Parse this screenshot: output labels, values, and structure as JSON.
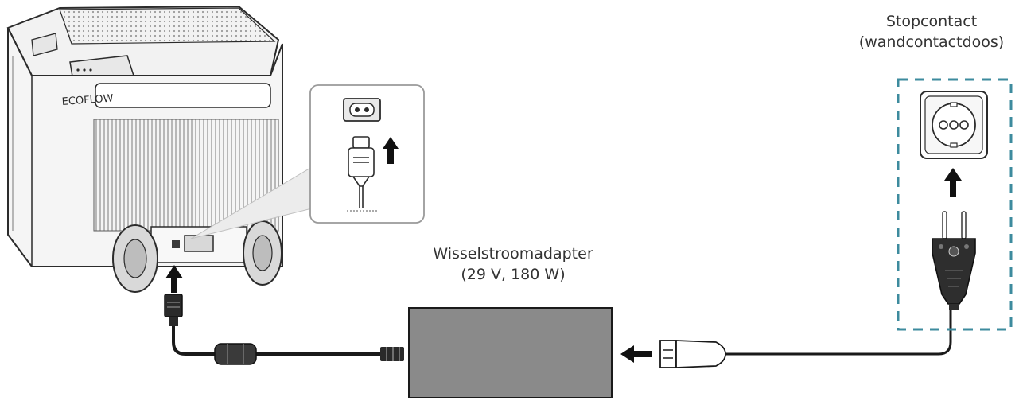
{
  "brand_text": "ECOFLOW",
  "outlet_label": {
    "line1": "Stopcontact",
    "line2": "(wandcontactdoos)"
  },
  "adapter_label": {
    "line1": "Wisselstroomadapter",
    "line2": "(29 V, 180 W)"
  },
  "colors": {
    "line": "#2b2b2b",
    "device_fill": "#f4f4f4",
    "grille": "#9a9a9a",
    "adapter_fill": "#8a8a8a",
    "dashed_box": "#3d8b9e",
    "cable": "#1a1a1a"
  }
}
